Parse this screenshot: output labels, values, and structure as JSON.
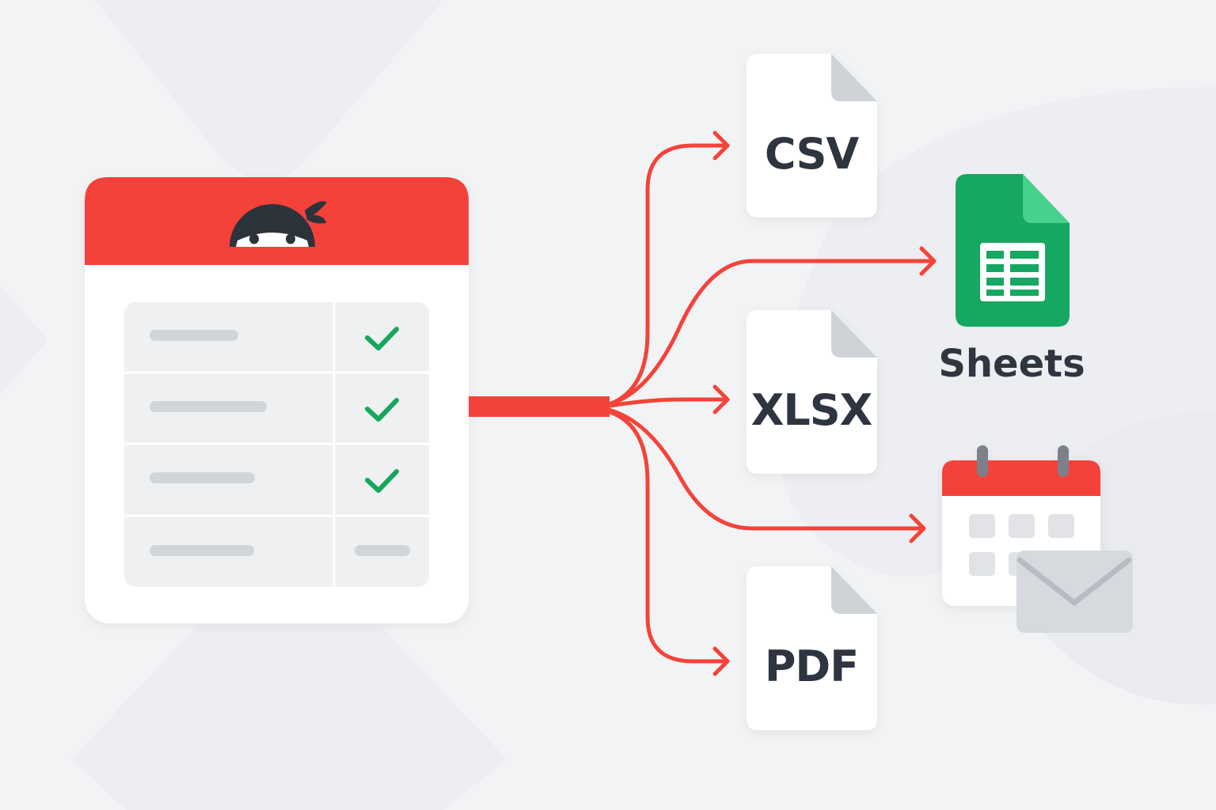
{
  "colors": {
    "background": "#f2f3f5",
    "brand_red": "#f4433a",
    "arrow_red": "#f4433a",
    "check_green": "#17a65b",
    "sheets_green": "#16a862",
    "sheets_fold": "#48d08d",
    "text_dark": "#2f3640",
    "placeholder_gray": "#d1d4d9",
    "file_fold_gray": "#cfd2d7",
    "envelope_gray": "#d6d9dd"
  },
  "form": {
    "icon": "ninja-mascot-icon",
    "rows": [
      {
        "status": "check"
      },
      {
        "status": "check"
      },
      {
        "status": "check"
      },
      {
        "status": "pending"
      }
    ]
  },
  "exports": {
    "csv": "CSV",
    "xlsx": "XLSX",
    "pdf": "PDF",
    "sheets": "Sheets"
  },
  "icons": {
    "sheets": "google-sheets-icon",
    "calendar": "calendar-icon",
    "email": "envelope-icon",
    "check": "checkmark-icon",
    "file": "document-icon"
  }
}
